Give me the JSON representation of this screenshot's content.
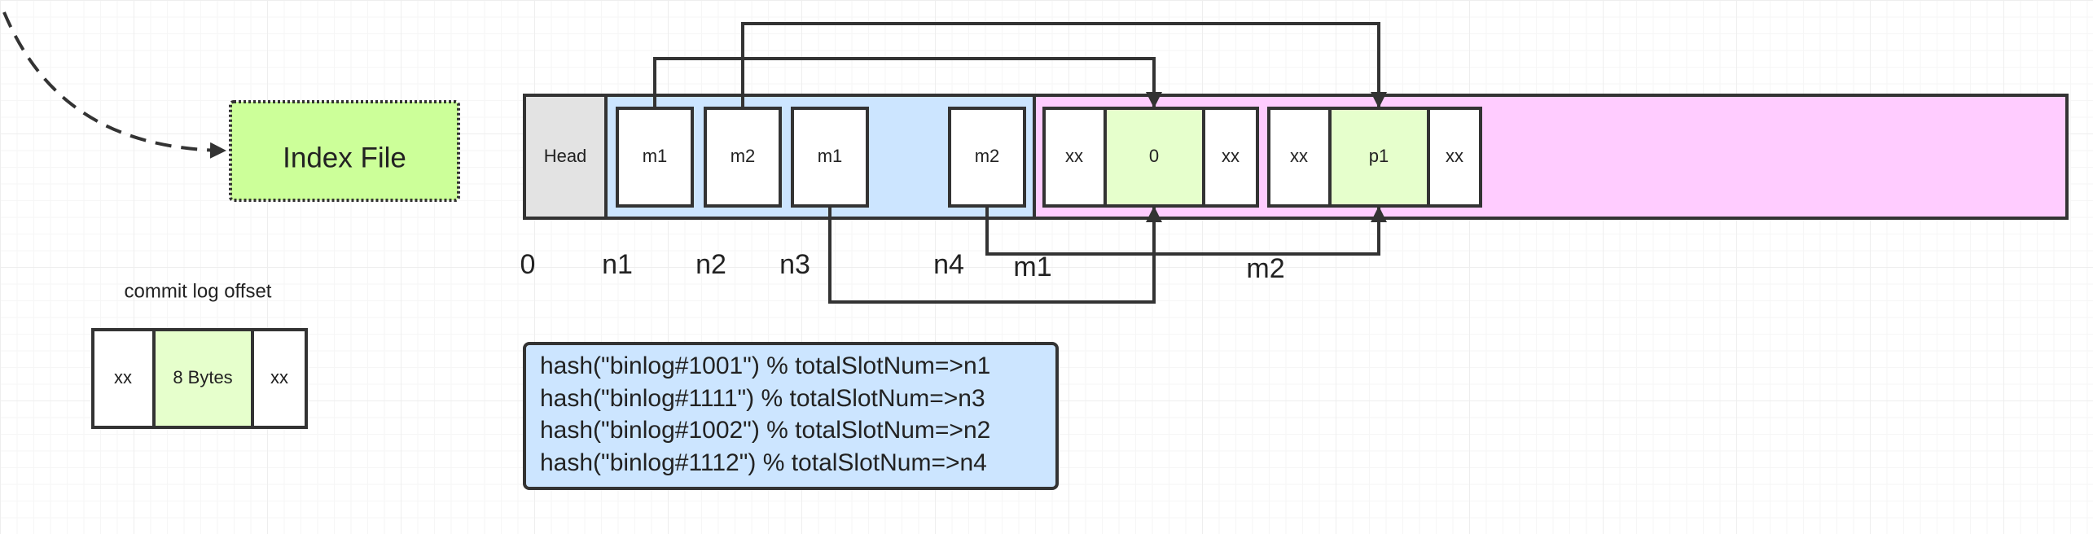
{
  "index_file": {
    "label": "Index File",
    "fill": "#ccff99"
  },
  "index_layout": {
    "head": {
      "label": "Head",
      "fill": "#e3e3e3"
    },
    "slot_region_fill": "#cce5ff",
    "entry_region_fill": "#ffccff",
    "slots": [
      {
        "label": "m1"
      },
      {
        "label": "m2"
      },
      {
        "label": "m1"
      },
      {
        "label": "m2"
      }
    ],
    "entries": [
      {
        "left": "xx",
        "middle": "0",
        "right": "xx"
      },
      {
        "left": "xx",
        "middle": "p1",
        "right": "xx"
      }
    ],
    "entry_middle_fill": "#e6ffcc"
  },
  "position_labels": {
    "zero": "0",
    "n1": "n1",
    "n2": "n2",
    "n3": "n3",
    "n4": "n4",
    "m1": "m1",
    "m2": "m2"
  },
  "commit_log": {
    "title": "commit log offset",
    "left": "xx",
    "middle": "8 Bytes",
    "right": "xx"
  },
  "hash_box": {
    "fill": "#cce5ff",
    "lines": [
      "hash(\"binlog#1001\") % totalSlotNum=>n1",
      "hash(\"binlog#1111\") % totalSlotNum=>n3",
      "hash(\"binlog#1002\") % totalSlotNum=>n2",
      "hash(\"binlog#1112\") % totalSlotNum=>n4"
    ]
  },
  "colors": {
    "stroke": "#333333"
  }
}
